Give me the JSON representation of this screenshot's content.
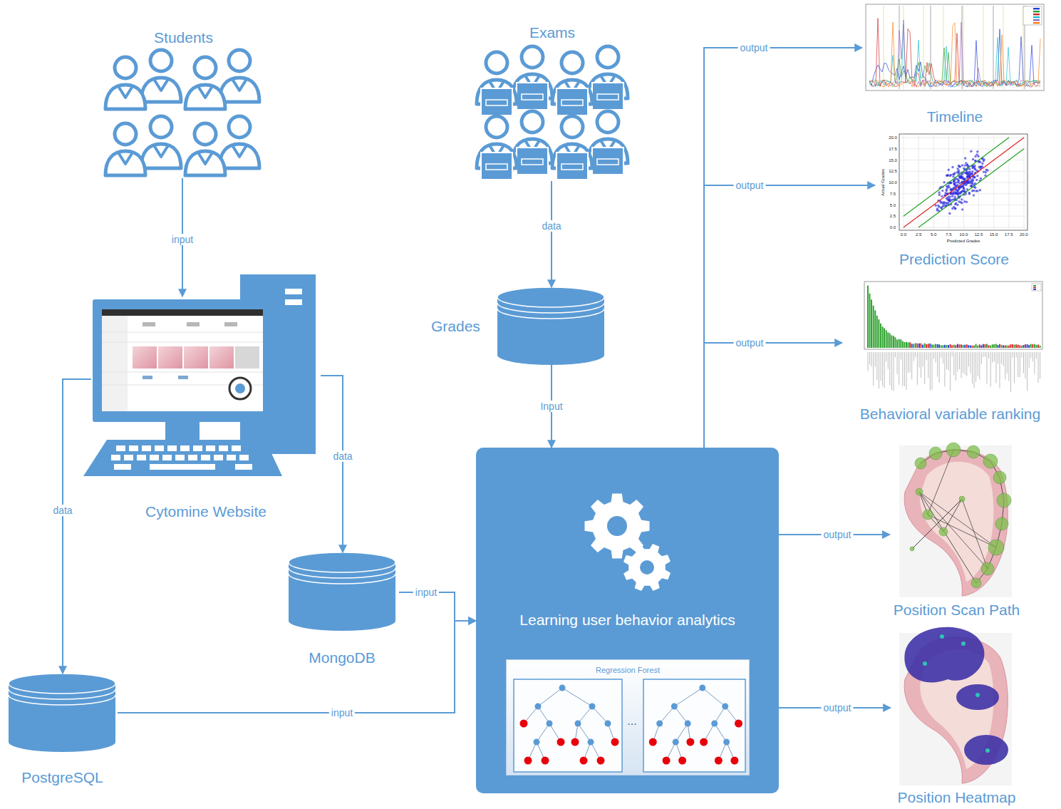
{
  "diagram": {
    "nodes": [
      {
        "text": [
          "Students"
        ]
      },
      {
        "text": [
          "Exams"
        ]
      },
      {
        "text": [
          "Cytomine Website"
        ]
      },
      {
        "text": [
          "Grades"
        ]
      },
      {
        "text": [
          "MongoDB"
        ]
      },
      {
        "text": [
          "PostgreSQL"
        ]
      },
      {
        "text": [
          "Learning user behavior analytics"
        ]
      },
      {
        "text": [
          "Regression Forest"
        ],
        "in": 6
      },
      {
        "text": [
          "Timeline"
        ]
      },
      {
        "text": [
          "Prediction Score"
        ]
      },
      {
        "text": [
          "Behavioral variable ranking"
        ]
      },
      {
        "text": [
          "Position Scan Path"
        ]
      },
      {
        "text": [
          "Position Heatmap"
        ]
      }
    ],
    "edges": [
      {
        "from": 0,
        "to": 2,
        "label": "input",
        "arrow": "to"
      },
      {
        "from": 1,
        "to": 3,
        "label": "data",
        "arrow": "to"
      },
      {
        "from": 2,
        "to": 4,
        "label": "data",
        "arrow": "to"
      },
      {
        "from": 2,
        "to": 5,
        "label": "data",
        "arrow": "to"
      },
      {
        "from": 3,
        "to": 6,
        "label": "Input",
        "arrow": "to"
      },
      {
        "from": 4,
        "to": 6,
        "label": "input",
        "arrow": "to"
      },
      {
        "from": 5,
        "to": 6,
        "label": "input",
        "arrow": "to"
      },
      {
        "from": 6,
        "to": 8,
        "label": "output",
        "arrow": "to"
      },
      {
        "from": 6,
        "to": 9,
        "label": "output",
        "arrow": "to"
      },
      {
        "from": 6,
        "to": 10,
        "label": "output",
        "arrow": "to"
      },
      {
        "from": 6,
        "to": 11,
        "label": "output",
        "arrow": "to"
      },
      {
        "from": 6,
        "to": 12,
        "label": "output",
        "arrow": "to"
      }
    ],
    "labels": [
      "...",
      "Actual Grades",
      "Predicted Grades",
      "0.0",
      "2.5",
      "5.0",
      "7.5",
      "10.0",
      "12.5",
      "15.0",
      "17.5",
      "20.0",
      "0.0",
      "2.5",
      "5.0",
      "7.5",
      "10.0",
      "12.5",
      "15.0",
      "17.5",
      "20.0"
    ]
  }
}
